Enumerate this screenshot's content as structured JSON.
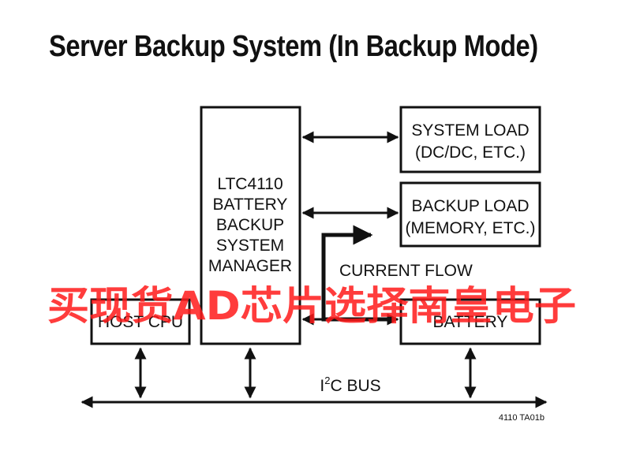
{
  "title": "Server Backup System (In Backup Mode)",
  "blocks": {
    "manager": [
      "LTC4110",
      "BATTERY",
      "BACKUP",
      "SYSTEM",
      "MANAGER"
    ],
    "system_load": [
      "SYSTEM LOAD",
      "(DC/DC, ETC.)"
    ],
    "backup_load": [
      "BACKUP LOAD",
      "(MEMORY, ETC.)"
    ],
    "host_cpu": "HOST CPU",
    "battery": "BATTERY"
  },
  "current_flow": "CURRENT FLOW",
  "bus": {
    "main": "I",
    "sup": "2",
    "rest": "C BUS"
  },
  "figure_id": "4110 TA01b",
  "watermark": "买现货AD芯片选择南皇电子",
  "colors": {
    "line": "#111111",
    "watermark": "#ff1a1a"
  }
}
